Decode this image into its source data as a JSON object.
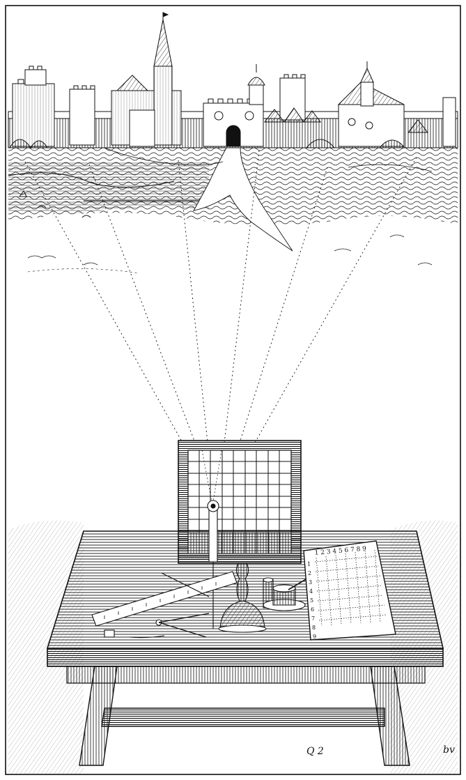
{
  "grid_paper": {
    "column_numbers": "1 2 3 4 5 6 7 8 9",
    "row_numbers": [
      "1",
      "2",
      "3",
      "4",
      "5",
      "6",
      "7",
      "8",
      "9"
    ]
  },
  "plate_marks": {
    "signature": "Q 2",
    "page_mark": "bv"
  },
  "ink_color": "#111111",
  "paper_color": "#ffffff"
}
